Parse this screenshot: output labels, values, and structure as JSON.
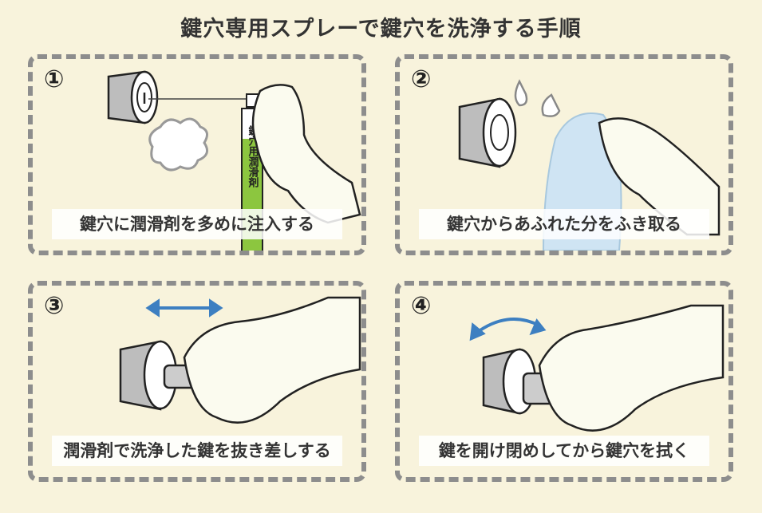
{
  "title": "鍵穴専用スプレーで鍵穴を洗浄する手順",
  "steps": [
    {
      "number": "①",
      "caption": "鍵穴に潤滑剤を多めに注入する",
      "spray_label": "鍵穴用潤滑剤"
    },
    {
      "number": "②",
      "caption": "鍵穴からあふれた分をふき取る"
    },
    {
      "number": "③",
      "caption": "潤滑剤で洗浄した鍵を抜き差しする"
    },
    {
      "number": "④",
      "caption": "鍵を開け閉めしてから鍵穴を拭く"
    }
  ],
  "colors": {
    "background": "#f8f3dc",
    "border": "#8d8d8d",
    "arrow": "#3d7fc1",
    "spray_green": "#8cc63f",
    "cloth": "#cfe4f3"
  }
}
